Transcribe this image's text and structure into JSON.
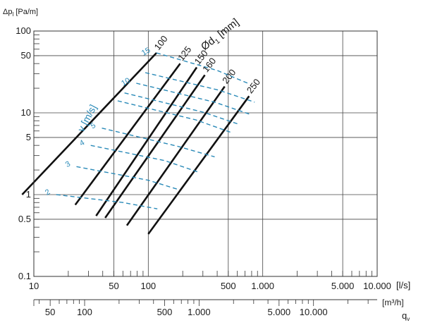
{
  "chart_data": {
    "type": "line",
    "ylabel": "Δp_l [Pa/m]",
    "ylabel_main": "Δp",
    "ylabel_sub": "l",
    "ylabel_unit": "[Pa/m]",
    "xlabel_ls": "[l/s]",
    "xlabel_m3h": "[m³/h]",
    "xlabel_q": "q",
    "xlabel_q_sub": "v",
    "diameter_label": "Ød₁ [mm]",
    "diameter_label_main": "Ød",
    "diameter_label_sub": "1",
    "diameter_label_unit": "[mm]",
    "velocity_label": "v [m/s]",
    "xlim": [
      10,
      10000
    ],
    "ylim": [
      0.1,
      100
    ],
    "xscale": "log",
    "yscale": "log",
    "grid": true,
    "y_ticks": [
      {
        "v": 100,
        "label": "100"
      },
      {
        "v": 50,
        "label": "50"
      },
      {
        "v": 10,
        "label": "10"
      },
      {
        "v": 5,
        "label": "5"
      },
      {
        "v": 1,
        "label": "1"
      },
      {
        "v": 0.5,
        "label": "0.5"
      },
      {
        "v": 0.1,
        "label": "0.1"
      }
    ],
    "x_ticks_ls": [
      {
        "v": 10,
        "label": "10"
      },
      {
        "v": 50,
        "label": "50"
      },
      {
        "v": 100,
        "label": "100"
      },
      {
        "v": 500,
        "label": "500"
      },
      {
        "v": 1000,
        "label": "1.000"
      },
      {
        "v": 5000,
        "label": "5.000"
      },
      {
        "v": 10000,
        "label": "10.000"
      }
    ],
    "x_ticks_m3h": [
      {
        "v": 50,
        "label": "50"
      },
      {
        "v": 100,
        "label": "100"
      },
      {
        "v": 500,
        "label": "500"
      },
      {
        "v": 1000,
        "label": "1.000"
      },
      {
        "v": 5000,
        "label": "5.000"
      },
      {
        "v": 10000,
        "label": "10.000"
      }
    ],
    "m3h_per_ls": 3.6,
    "series": [
      {
        "name": "100",
        "x": [
          7.9,
          118
        ],
        "y": [
          1.0,
          54
        ]
      },
      {
        "name": "125",
        "x": [
          23,
          190
        ],
        "y": [
          0.75,
          40
        ]
      },
      {
        "name": "150",
        "x": [
          35,
          265
        ],
        "y": [
          0.55,
          36
        ]
      },
      {
        "name": "160",
        "x": [
          42,
          312
        ],
        "y": [
          0.52,
          29
        ]
      },
      {
        "name": "200",
        "x": [
          65,
          465
        ],
        "y": [
          0.42,
          21
        ]
      },
      {
        "name": "250",
        "x": [
          100,
          760
        ],
        "y": [
          0.33,
          16
        ]
      }
    ],
    "velocity_lines": [
      {
        "v": "2",
        "x": [
          15.7,
          60,
          120
        ],
        "y": [
          1.0,
          0.8,
          0.67
        ]
      },
      {
        "v": "3",
        "x": [
          23.6,
          100,
          185
        ],
        "y": [
          2.2,
          1.5,
          1.15
        ]
      },
      {
        "v": "4",
        "x": [
          31.4,
          140,
          270
        ],
        "y": [
          4.0,
          2.6,
          1.9
        ]
      },
      {
        "v": "5",
        "x": [
          39.3,
          180,
          380
        ],
        "y": [
          6.5,
          3.9,
          2.9
        ]
      },
      {
        "v": "10",
        "x": [
          78.5,
          380,
          790
        ],
        "y": [
          23,
          13.5,
          9.5
        ]
      },
      {
        "v": "15",
        "x": [
          118,
          400,
          740
        ],
        "y": [
          54,
          33,
          23
        ]
      }
    ],
    "velocity_extra_lines": [
      {
        "x": [
          54,
          260,
          520
        ],
        "y": [
          14,
          8.2,
          5.8
        ]
      },
      {
        "x": [
          62,
          300,
          610
        ],
        "y": [
          17.5,
          10.2,
          7.3
        ]
      },
      {
        "x": [
          94,
          410,
          850
        ],
        "y": [
          31,
          19,
          13.5
        ]
      }
    ]
  }
}
